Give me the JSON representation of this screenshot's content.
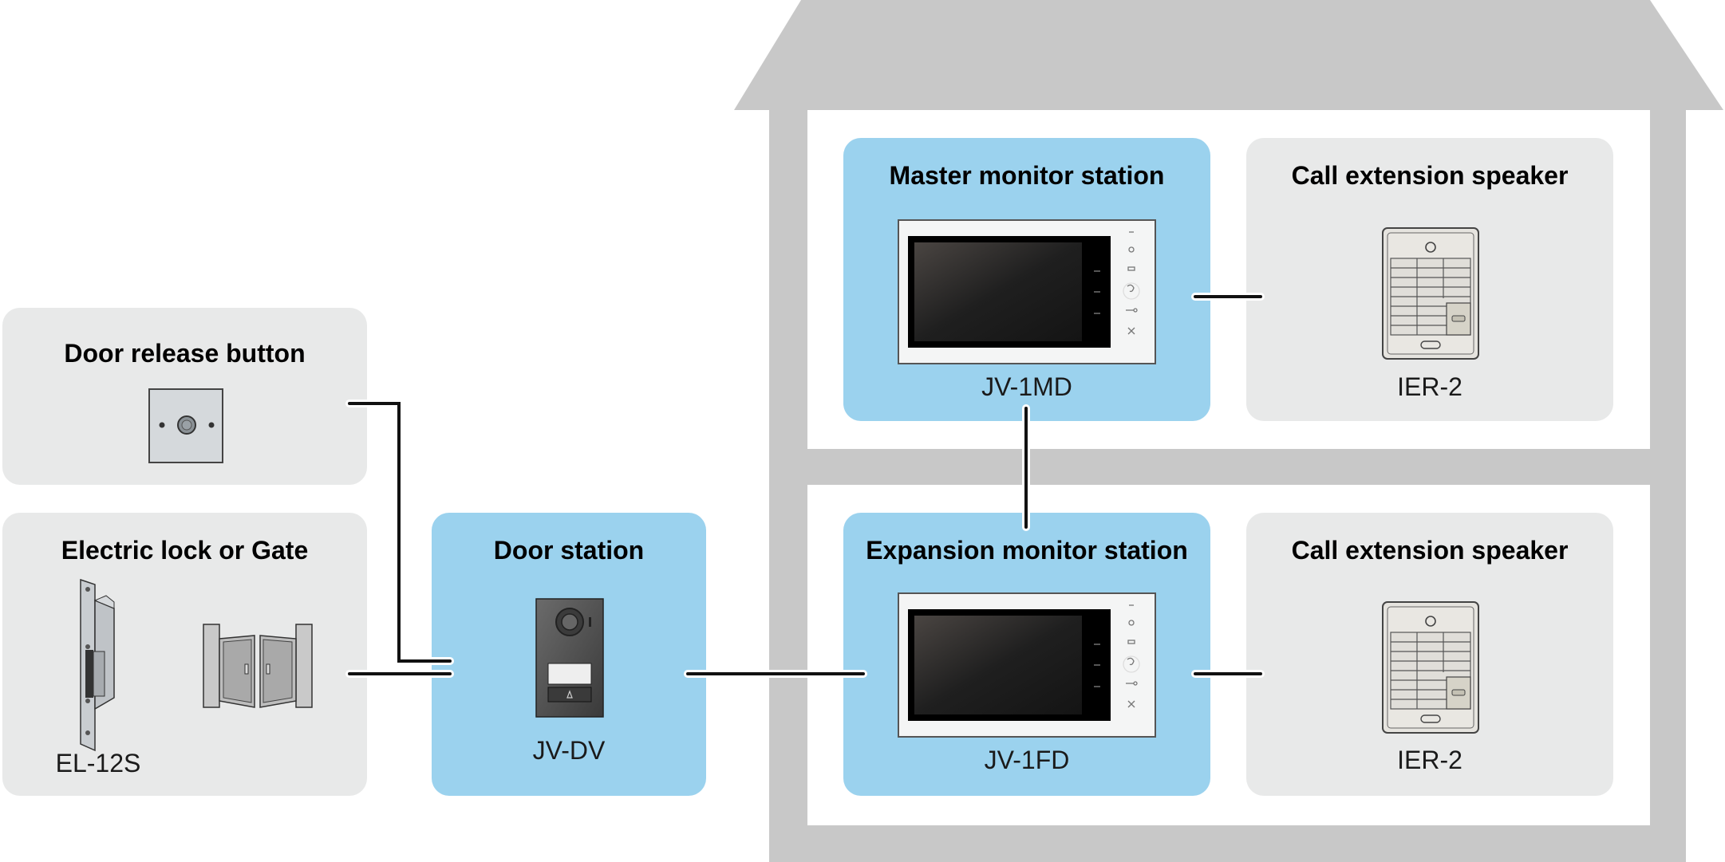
{
  "diagram": {
    "title": "Intercom system connection diagram",
    "colors": {
      "station_fill": "#9bd2ee",
      "accessory_fill": "#e8e9e9",
      "house_fill": "#c8c8c8",
      "wire": "#111111"
    },
    "nodes": {
      "door_release": {
        "title": "Door release button",
        "model": "",
        "icon": "push-button-icon"
      },
      "electric_lock": {
        "title": "Electric lock or Gate",
        "model": "EL-12S",
        "icons": [
          "electric-strike-icon",
          "gate-icon"
        ]
      },
      "door_station": {
        "title": "Door station",
        "model": "JV-DV",
        "icon": "door-station-icon"
      },
      "master_monitor": {
        "title": "Master monitor station",
        "model": "JV-1MD",
        "icon": "video-monitor-icon"
      },
      "master_speaker": {
        "title": "Call extension speaker",
        "model": "IER-2",
        "icon": "speaker-icon"
      },
      "expansion_monitor": {
        "title": "Expansion monitor station",
        "model": "JV-1FD",
        "icon": "video-monitor-icon"
      },
      "expansion_speaker": {
        "title": "Call extension speaker",
        "model": "IER-2",
        "icon": "speaker-icon"
      }
    },
    "connections": [
      {
        "from": "door_release",
        "to": "door_station"
      },
      {
        "from": "electric_lock",
        "to": "door_station"
      },
      {
        "from": "door_station",
        "to": "expansion_monitor"
      },
      {
        "from": "master_monitor",
        "to": "expansion_monitor"
      },
      {
        "from": "master_monitor",
        "to": "master_speaker"
      },
      {
        "from": "expansion_monitor",
        "to": "expansion_speaker"
      }
    ]
  }
}
